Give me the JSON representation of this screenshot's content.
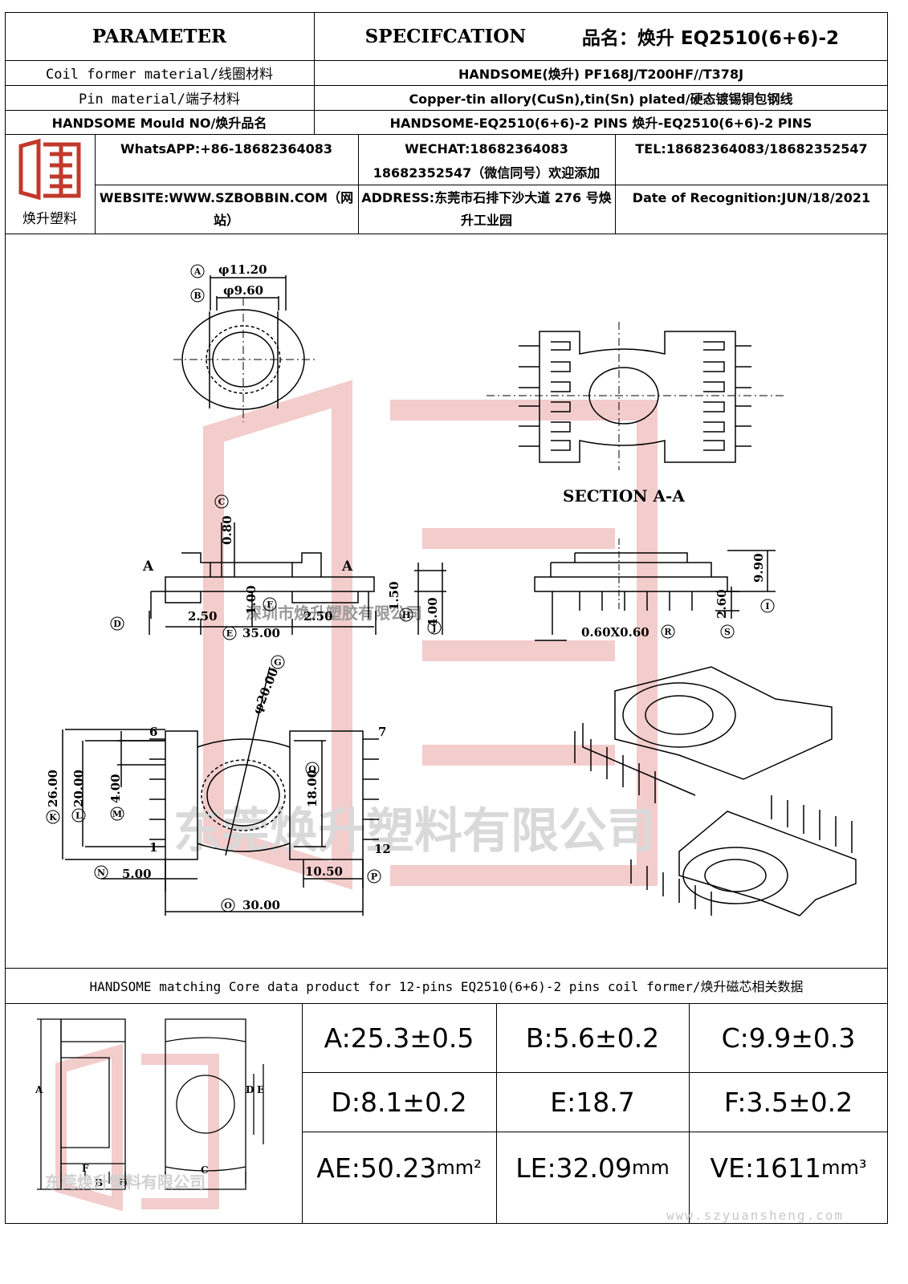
{
  "header": {
    "parameter": "PARAMETER",
    "specification": "SPECIFCATION",
    "product_name": "品名：焕升 EQ2510(6+6)-2"
  },
  "rows": [
    {
      "label": "Coil former material/线圈材料",
      "value": "HANDSOME(焕升)   PF168J/T200HF//T378J"
    },
    {
      "label": "Pin material/端子材料",
      "value": "Copper-tin allory(CuSn),tin(Sn) plated/硬态镀锡铜包钢线"
    },
    {
      "label": "HANDSOME Mould NO/焕升品名",
      "value": "HANDSOME-EQ2510(6+6)-2 PINS    焕升-EQ2510(6+6)-2 PINS"
    }
  ],
  "contact": {
    "logo_caption": "焕升塑料",
    "whatsapp": "WhatsAPP:+86-18682364083",
    "wechat_line1": "WECHAT:18682364083",
    "wechat_line2": "18682352547（微信同号）欢迎添加",
    "tel": "TEL:18682364083/18682352547",
    "website": "WEBSITE:WWW.SZBOBBIN.COM（网站）",
    "address": "ADDRESS:东莞市石排下沙大道 276 号焕升工业园",
    "date": "Date of Recognition:JUN/18/2021"
  },
  "drawing": {
    "section_label": "SECTION A-A",
    "watermark_top": "深圳市焕升塑胶有限公司",
    "watermark_mid": "东莞焕升塑料有限公司",
    "dims": {
      "a": "φ11.20",
      "b": "φ9.60",
      "c": "0.80",
      "d": "2.50",
      "d2": "2.50",
      "e": "35.00",
      "f": "1.00",
      "h": "1.50",
      "j": "4.00",
      "i": "9.90",
      "s": "2.60",
      "r": "0.60X0.60",
      "g": "φ20.00",
      "k": "26.00",
      "l": "20.00",
      "m": "4.00",
      "q": "18.00",
      "n": "5.00",
      "p": "10.50",
      "o": "30.00"
    },
    "pins": {
      "p6": "6",
      "p7": "7",
      "p1": "1",
      "p12": "12"
    },
    "section_marks": {
      "left": "A",
      "right": "A"
    },
    "circle_letters": {
      "a": "A",
      "b": "B",
      "c": "C",
      "d": "D",
      "e": "E",
      "f": "F",
      "g": "G",
      "h": "H",
      "i": "I",
      "j": "J",
      "k": "K",
      "l": "L",
      "m": "M",
      "n": "N",
      "o": "O",
      "p": "P",
      "q": "Q",
      "r": "R",
      "s": "S"
    }
  },
  "core": {
    "title": "HANDSOME matching Core data  product for 12-pins EQ2510(6+6)-2 pins coil former/焕升磁芯相关数据",
    "diagram_labels": {
      "a": "A",
      "d": "D",
      "e": "E",
      "f": "F",
      "b": "B",
      "h": "H",
      "c": "C"
    },
    "watermark": "东莞焕升塑料有限公司",
    "values": [
      [
        "A:25.3±0.5",
        "B:5.6±0.2",
        "C:9.9±0.3"
      ],
      [
        "D:8.1±0.2",
        "E:18.7",
        "F:3.5±0.2"
      ]
    ],
    "bottom": [
      {
        "label": "AE:50.23",
        "unit": "mm²"
      },
      {
        "label": "LE:32.09",
        "unit": "mm"
      },
      {
        "label": "VE:1611",
        "unit": "mm³"
      }
    ],
    "website_watermark": "www.szyuansheng.com"
  }
}
